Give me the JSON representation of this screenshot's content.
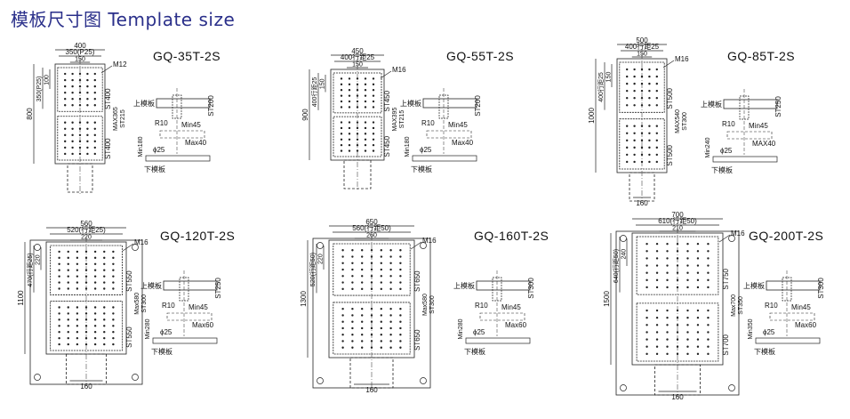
{
  "title": "模板尺寸图 Template size",
  "diagrams": [
    {
      "model": "GQ-35T-2S",
      "dims": {
        "width": "400",
        "pitch": "350(P25)",
        "center": "150",
        "height": "800",
        "v1": "350(P25)",
        "v2": "100"
      },
      "bolt": "M12",
      "stroke_top": "ST400",
      "max_label": "MAX365",
      "stroke_mid": "ST215",
      "stroke_bottom": "ST400",
      "side_stroke": "ST200",
      "side_r": "R10",
      "side_min": "Min45",
      "side_max": "Max40",
      "side_phi": "ϕ25",
      "side_min2": "Min",
      "side_min2_val": "180",
      "upper_platen": "上模板",
      "lower_platen": "下模板",
      "bottom_dim": ""
    },
    {
      "model": "GQ-55T-2S",
      "dims": {
        "width": "450",
        "pitch": "400行距25",
        "center": "150",
        "height": "900",
        "v1": "400行距25",
        "v2": "150"
      },
      "bolt": "M16",
      "stroke_top": "ST450",
      "max_label": "MAX395",
      "stroke_mid": "ST215",
      "stroke_bottom": "ST450",
      "side_stroke": "ST200",
      "side_r": "R10",
      "side_min": "Min45",
      "side_max": "Max40",
      "side_phi": "ϕ25",
      "side_min2": "Min",
      "side_min2_val": "180",
      "upper_platen": "上模板",
      "lower_platen": "下模板",
      "bottom_dim": ""
    },
    {
      "model": "GQ-85T-2S",
      "dims": {
        "width": "500",
        "pitch": "400行距25",
        "center": "150",
        "height": "1000",
        "v1": "400行距25",
        "v2": "150"
      },
      "bolt": "M16",
      "stroke_top": "ST500",
      "max_label": "MAX540",
      "stroke_mid": "ST300",
      "stroke_bottom": "ST500",
      "side_stroke": "ST250",
      "side_r": "R10",
      "side_min": "Min45",
      "side_max": "MAX40",
      "side_phi": "ϕ25",
      "side_min2": "Min",
      "side_min2_val": "240",
      "upper_platen": "上模板",
      "lower_platen": "下模板",
      "bottom_dim": "160"
    },
    {
      "model": "GQ-120T-2S",
      "dims": {
        "width": "560",
        "pitch": "520(行距25)",
        "center": "220",
        "height": "1100",
        "v1": "470(行距25)",
        "v2": "220"
      },
      "bolt": "M16",
      "stroke_top": "ST550",
      "max_label": "Max580",
      "stroke_mid": "ST300",
      "stroke_bottom": "ST550",
      "side_stroke": "ST250",
      "side_r": "R10",
      "side_min": "Min45",
      "side_max": "Max60",
      "side_phi": "ϕ25",
      "side_min2": "Min",
      "side_min2_val": "280",
      "upper_platen": "上模板",
      "lower_platen": "下模板",
      "bottom_dim": "160"
    },
    {
      "model": "GQ-160T-2S",
      "dims": {
        "width": "650",
        "pitch": "560(行距50)",
        "center": "260",
        "height": "1300",
        "v1": "520(行距50)",
        "v2": "220"
      },
      "bolt": "M16",
      "stroke_top": "ST650",
      "max_label": "Max580",
      "stroke_mid": "ST300",
      "stroke_bottom": "ST650",
      "side_stroke": "ST300",
      "side_r": "R10",
      "side_min": "Min45",
      "side_max": "Max60",
      "side_phi": "ϕ25",
      "side_min2": "Min",
      "side_min2_val": "280",
      "upper_platen": "上模板",
      "lower_platen": "下模板",
      "bottom_dim": "160"
    },
    {
      "model": "GQ-200T-2S",
      "dims": {
        "width": "700",
        "pitch": "610(行距50)",
        "center": "210",
        "height": "1500",
        "v1": "640(行距50)",
        "v2": "240"
      },
      "bolt": "M16",
      "stroke_top": "ST750",
      "max_label": "Max700",
      "stroke_mid": "ST350",
      "stroke_bottom": "ST700",
      "side_stroke": "ST300",
      "side_r": "R10",
      "side_min": "Min45",
      "side_max": "Max60",
      "side_phi": "ϕ25",
      "side_min2": "Min",
      "side_min2_val": "350",
      "upper_platen": "上模板",
      "lower_platen": "下模板",
      "bottom_dim": "160"
    }
  ]
}
